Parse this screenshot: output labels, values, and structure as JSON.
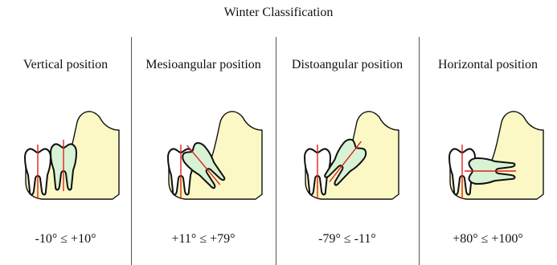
{
  "title": "Winter Classification",
  "colors": {
    "jaw_fill": "#fbf8c5",
    "third_molar_fill": "#d8f2d4",
    "tooth_fill": "#ffffff",
    "outline": "#111111",
    "axis_line": "#e02020"
  },
  "panels": [
    {
      "label": "Vertical position",
      "range": "-10° ≤ +10°",
      "third_molar_angle_deg": 0
    },
    {
      "label": "Mesioangular position",
      "range": "+11° ≤ +79°",
      "third_molar_angle_deg": -40
    },
    {
      "label": "Distoangular position",
      "range": "-79° ≤ -11°",
      "third_molar_angle_deg": 38
    },
    {
      "label": "Horizontal position",
      "range": "+80° ≤ +100°",
      "third_molar_angle_deg": -90
    }
  ]
}
